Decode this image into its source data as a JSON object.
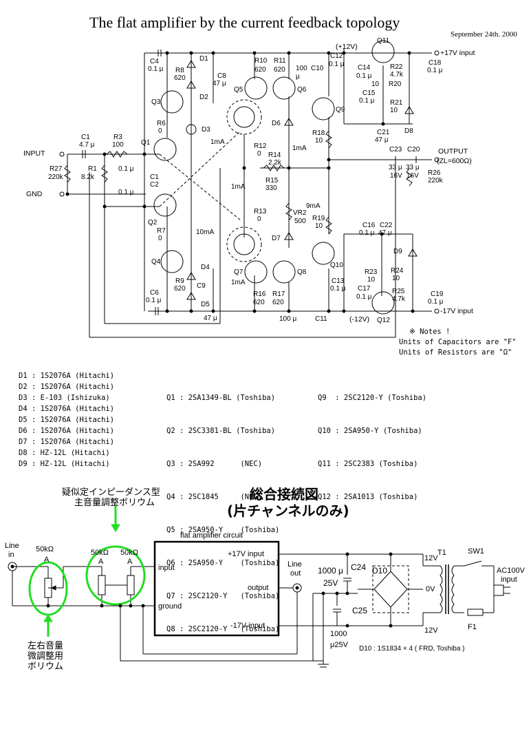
{
  "title": "The flat amplifier by the current feedback topology",
  "date": "September 24th. 2000",
  "rails": {
    "plus12": "(+12V)",
    "plus17": "+17V input",
    "minus12": "(-12V)",
    "minus17": "-17V input"
  },
  "io": {
    "input": "INPUT",
    "gnd": "GND",
    "output": "OUTPUT",
    "zl": "(ZL=600Ω)"
  },
  "components": {
    "C1": "C1",
    "C1v": "4.7 μ",
    "R3": "R3",
    "R3v": "100",
    "R27": "R27",
    "R27v": "220k",
    "R1": "R1",
    "R1v": "8.2k",
    "C1b": "C1",
    "C2": "C2",
    "c01a": "0.1 μ",
    "c01b": "0.1 μ",
    "Q1": "Q1",
    "Q2": "Q2",
    "Q3": "Q3",
    "Q4": "Q4",
    "Q5": "Q5",
    "Q6": "Q6",
    "Q7": "Q7",
    "Q8": "Q8",
    "Q9": "Q9",
    "Q10": "Q10",
    "Q11": "Q11",
    "Q12": "Q12",
    "C4": "C4",
    "C4v": "0.1 μ",
    "R8": "R8",
    "R8v": "620",
    "D1": "D1",
    "D2": "D2",
    "C8": "C8",
    "C8v": "47 μ",
    "R6": "R6",
    "R6v": "0",
    "D3": "D3",
    "R10": "R10",
    "R10v": "620",
    "R11": "R11",
    "R11v": "620",
    "C10": "C10",
    "C10v": "100",
    "C10u": "μ",
    "C12": "C12",
    "C12v": "0.1 μ",
    "C14": "C14",
    "C14v": "0.1 μ",
    "R22": "R22",
    "R22v": "4.7k",
    "C18": "C18",
    "C18v": "0.1 μ",
    "R20": "R20",
    "R20v": "10",
    "C15": "C15",
    "C15v": "0.1 μ",
    "R21": "R21",
    "R21v": "10",
    "C21": "C21",
    "C21v": "47 μ",
    "D8": "D8",
    "D6": "D6",
    "R18": "R18",
    "R18v": "10",
    "R12": "R12",
    "R12v": "0",
    "R14": "R14",
    "R14v": "2.2k",
    "R15": "R15",
    "R15v": "330",
    "C23": "C23",
    "C20": "C20",
    "C23v": "33 μ",
    "C20v": "33 μ",
    "v16a": "16V",
    "v16b": "16V",
    "R26": "R26",
    "R26v": "220k",
    "R13": "R13",
    "R13v": "0",
    "VR2": "VR2",
    "VR2v": "500",
    "R19": "R19",
    "R19v": "10",
    "D7": "D7",
    "R7": "R7",
    "R7v": "0",
    "C16": "C16",
    "C16v": "0.1 μ",
    "C22": "C22",
    "C22v": "47 μ",
    "D9": "D9",
    "D4": "D4",
    "D5": "D5",
    "C9": "C9",
    "C9v": "47 μ",
    "R9": "R9",
    "R9v": "620",
    "C6": "C6",
    "C6v": "0.1 μ",
    "R16": "R16",
    "R16v": "620",
    "R17": "R17",
    "R17v": "620",
    "C13": "C13",
    "C13v": "0.1 μ",
    "C11": "C11",
    "C11v": "100 μ",
    "R23": "R23",
    "R23v": "10",
    "R24": "R24",
    "R24v": "10",
    "C17": "C17",
    "C17v": "0.1 μ",
    "R25": "R25",
    "R25v": "4.7k",
    "C19": "C19",
    "C19v": "0.1 μ",
    "i1ma_a": "1mA",
    "i1ma_b": "1mA",
    "i1ma_c": "1mA",
    "i1ma_d": "1mA",
    "i9ma": "9mA",
    "i10ma": "10mA"
  },
  "notes": {
    "title": "※ Notes !",
    "cap": "Units of Capacitors are \"F\"",
    "res": "Units of Resistors are \"Ω\""
  },
  "parts": {
    "diodes": [
      "D1 : 1S2076A (Hitachi)",
      "D2 : 1S2076A (Hitachi)",
      "D3 : E-103 (Ishizuka)",
      "D4 : 1S2076A (Hitachi)",
      "D5 : 1S2076A (Hitachi)",
      "D6 : 1S2076A (Hitachi)",
      "D7 : 1S2076A (Hitachi)",
      "D8 : HZ-12L (Hitachi)",
      "D9 : HZ-12L (Hitachi)"
    ],
    "trans_a": [
      "Q1 : 2SA1349-BL (Toshiba)",
      "Q2 : 2SC3381-BL (Toshiba)",
      "Q3 : 2SA992      (NEC)",
      "Q4 : 2SC1845     (NEC)",
      "Q5 : 2SA950-Y    (Toshiba)",
      "Q6 : 2SA950-Y    (Toshiba)",
      "Q7 : 2SC2120-Y   (Toshiba)",
      "Q8 : 2SC2120-Y   (Toshiba)"
    ],
    "trans_b": [
      "Q9  : 2SC2120-Y (Toshiba)",
      "Q10 : 2SA950-Y (Toshiba)",
      "Q11 : 2SC2383 (Toshiba)",
      "Q12 : 2SA1013 (Toshiba)"
    ]
  },
  "wiring": {
    "title1": "総合接続図",
    "title2": "(片チャンネルのみ)",
    "annot_top1": "疑似定インピーダンス型",
    "annot_top2": "主音量調整ボリウム",
    "annot_bot1": "左右音量",
    "annot_bot2": "微調整用",
    "annot_bot3": "ボリウム",
    "line_in1": "Line",
    "line_in2": "in",
    "pot1": "50kΩ",
    "pot2": "50kΩ",
    "pot3": "50kΩ",
    "a1": "A",
    "a2": "A",
    "a3": "A",
    "box_title": "flat amplifier circuit",
    "box_p17": "+17V input",
    "box_input": "input",
    "box_output": "output",
    "box_ground": "ground",
    "box_m17": "-17V input",
    "line_out1": "Line",
    "line_out2": "out",
    "c24v1": "1000 μ",
    "c24v2": "25V",
    "C24": "C24",
    "C25": "C25",
    "c25v1": "1000",
    "c25v2": "μ25V",
    "D10": "D10",
    "d10note": "D10 : 1S1834 × 4 ( FRD, Toshiba )",
    "T1": "T1",
    "SW1": "SW1",
    "F1": "F1",
    "v12a": "12V",
    "v0": "0V",
    "v12b": "12V",
    "ac1": "AC100V",
    "ac2": "input"
  }
}
